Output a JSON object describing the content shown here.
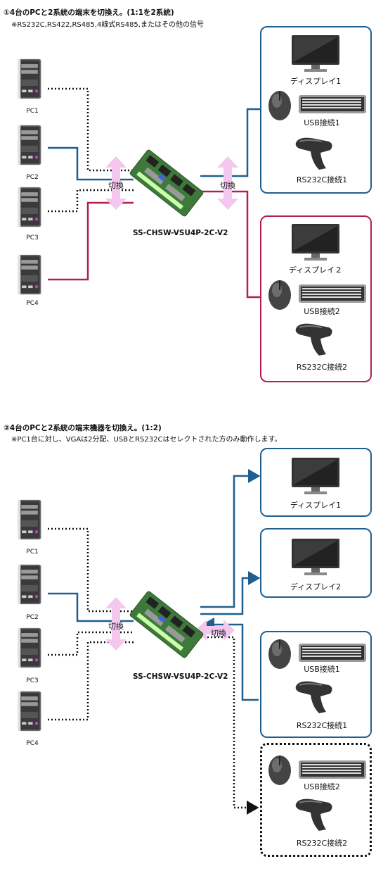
{
  "section1": {
    "title": "①4台のPCと2系統の端末を切換え。(1:1を2系統)",
    "subtitle": "※RS232C,RS422,RS485,4線式RS485,またはその他の信号",
    "pcs": [
      "PC1",
      "PC2",
      "PC3",
      "PC4"
    ],
    "switch_label_left": "切換",
    "switch_label_right": "切換",
    "board_label": "SS-CHSW-VSU4P-2C-V2",
    "group1": {
      "display": "ディスプレイ1",
      "usb": "USB接続1",
      "rs232c": "RS232C接続1"
    },
    "group2": {
      "display": "ディスプレイ２",
      "usb": "USB接続2",
      "rs232c": "RS232C接続2"
    }
  },
  "section2": {
    "title": "②4台のPCと2系統の端末機器を切換え。(1:2)",
    "subtitle": "※PC1台に対し、VGAは2分配、USBとRS232Cはセレクトされた方のみ動作します。",
    "pcs": [
      "PC1",
      "PC2",
      "PC3",
      "PC4"
    ],
    "switch_label_left": "切換",
    "switch_label_right": "切換",
    "board_label": "SS-CHSW-VSU4P-2C-V2",
    "display1": "ディスプレイ1",
    "display2": "ディスプレイ2",
    "group1": {
      "usb": "USB接続1",
      "rs232c": "RS232C接続1"
    },
    "group2": {
      "usb": "USB接続2",
      "rs232c": "RS232C接続2"
    }
  },
  "colors": {
    "blue": "#1f5f8f",
    "red": "#b22050",
    "black": "#111111",
    "arrow": "#f4c7ef"
  }
}
